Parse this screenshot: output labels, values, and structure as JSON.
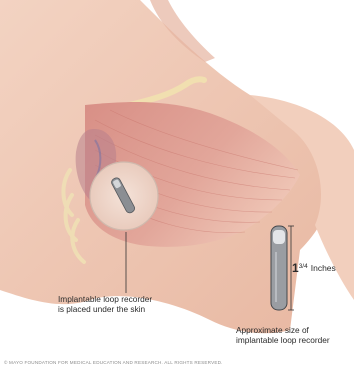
{
  "callout": {
    "line1": "Implantable loop recorder",
    "line2": "is placed under the skin"
  },
  "size_note": {
    "line1": "Approximate size of",
    "line2": "implantable loop recorder"
  },
  "measurement": {
    "whole": "1",
    "fraction": "3/4",
    "unit": "Inches"
  },
  "copyright": "© MAYO FOUNDATION FOR MEDICAL EDUCATION AND RESEARCH. ALL RIGHTS RESERVED."
}
